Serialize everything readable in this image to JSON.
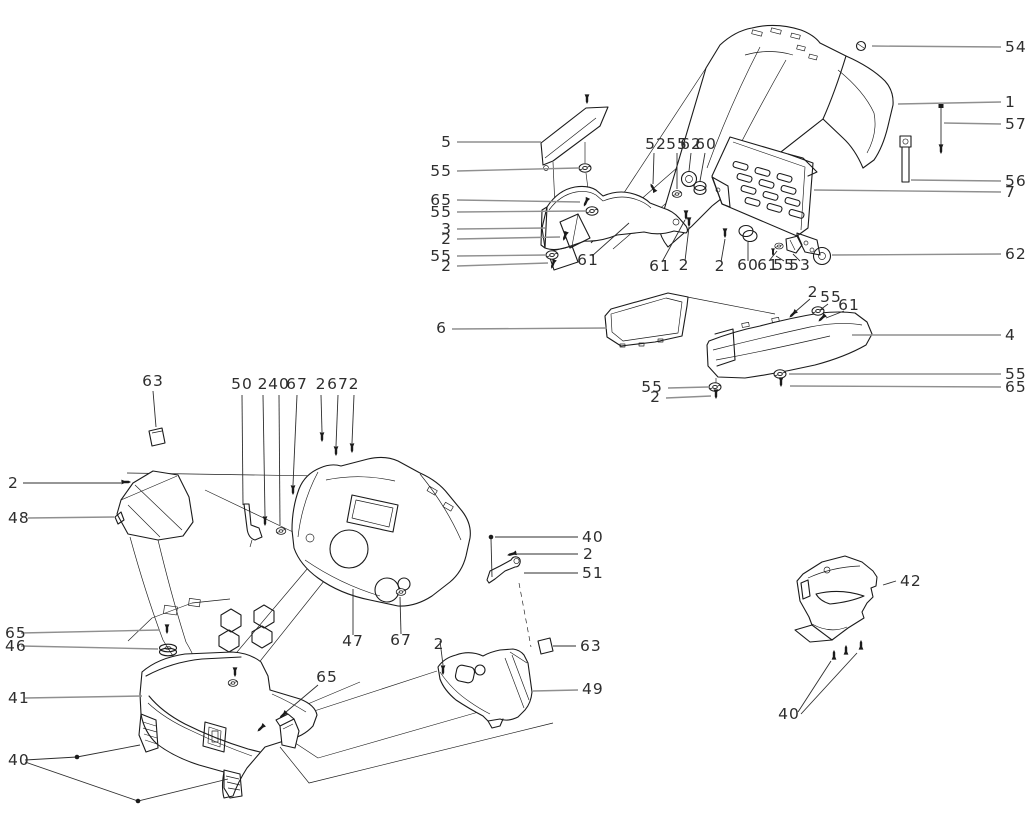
{
  "figure": {
    "kind": "exploded-parts-diagram",
    "background": "#ffffff",
    "line_color": "#1b1b1b",
    "leader_color_gray": "#8f8f8f",
    "leader_color_dark": "#2d2d2d",
    "text_color": "#2e2e2e"
  },
  "unique_part_numbers": [
    "1",
    "2",
    "3",
    "4",
    "5",
    "6",
    "7",
    "40",
    "41",
    "42",
    "46",
    "47",
    "48",
    "49",
    "50",
    "51",
    "52",
    "53",
    "54",
    "55",
    "56",
    "57",
    "60",
    "61",
    "62",
    "63",
    "65",
    "67"
  ],
  "callouts": [
    "54",
    "1",
    "57",
    "56",
    "7",
    "62",
    "4",
    "55",
    "65",
    "5",
    "55",
    "65",
    "55",
    "3",
    "2",
    "55",
    "2",
    "52",
    "55",
    "62",
    "60",
    "61",
    "61",
    "2",
    "2",
    "60",
    "61",
    "55",
    "53",
    "2",
    "55",
    "61",
    "6",
    "55",
    "2",
    "2",
    "48",
    "65",
    "46",
    "41",
    "40",
    "63",
    "50",
    "2",
    "40",
    "67",
    "2",
    "67",
    "2",
    "47",
    "67",
    "2",
    "65",
    "49",
    "63",
    "51",
    "2",
    "40",
    "42",
    "40"
  ]
}
